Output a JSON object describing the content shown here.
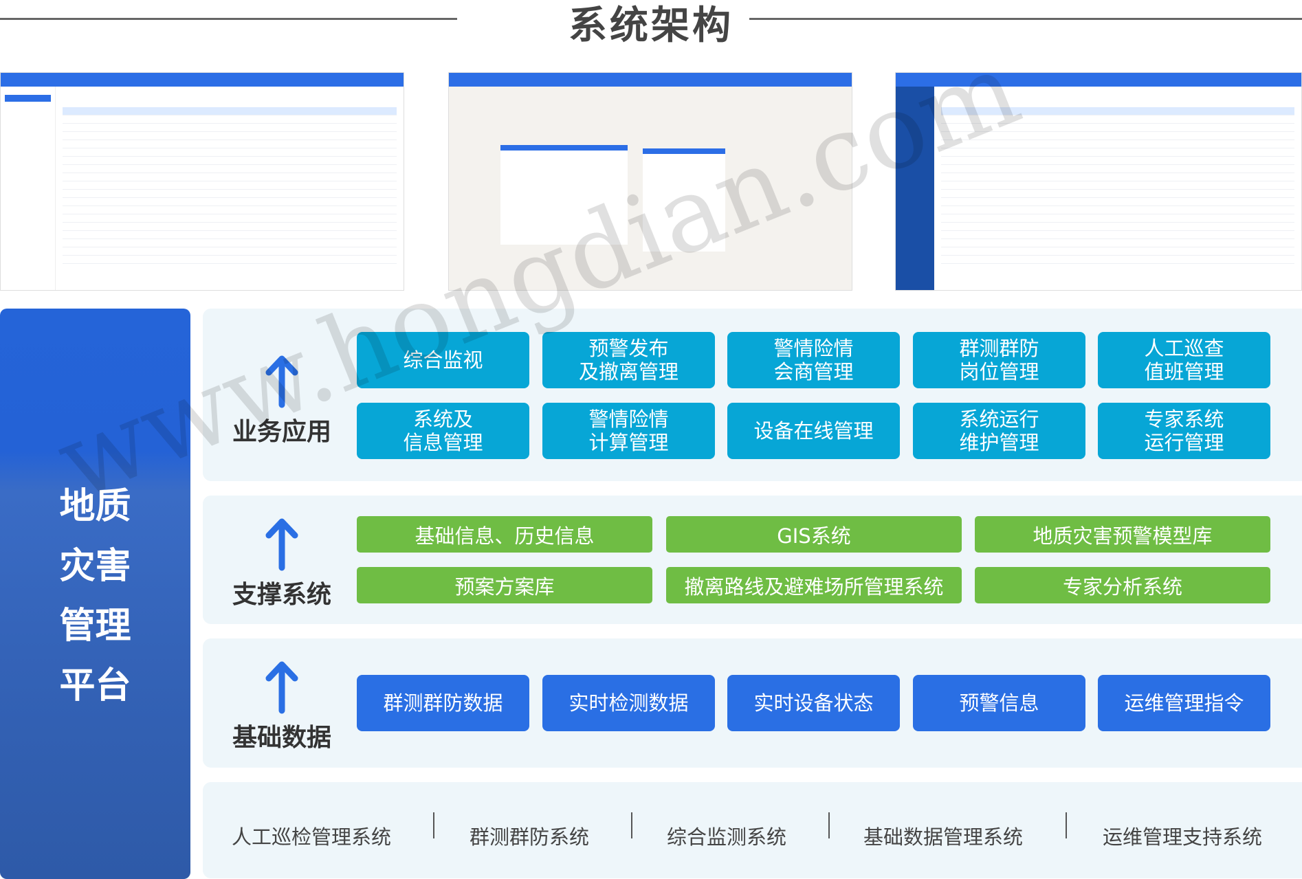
{
  "title": "系统架构",
  "platform": {
    "title": "地质灾害管理平台"
  },
  "layers": {
    "business": {
      "label": "业务应用",
      "buttons": [
        "综合监视",
        "预警发布\n及撤离管理",
        "警情险情\n会商管理",
        "群测群防\n岗位管理",
        "人工巡查\n值班管理",
        "系统及\n信息管理",
        "警情险情\n计算管理",
        "设备在线管理",
        "系统运行\n维护管理",
        "专家系统\n运行管理"
      ]
    },
    "support": {
      "label": "支撑系统",
      "buttons": [
        "基础信息、历史信息",
        "GIS系统",
        "地质灾害预警模型库",
        "预案方案库",
        "撤离路线及避难场所管理系统",
        "专家分析系统"
      ]
    },
    "data": {
      "label": "基础数据",
      "buttons": [
        "群测群防数据",
        "实时检测数据",
        "实时设备状态",
        "预警信息",
        "运维管理指令"
      ]
    }
  },
  "systems": [
    "人工巡检管理系统",
    "群测群防系统",
    "综合监测系统",
    "基础数据管理系统",
    "运维管理支持系统"
  ],
  "watermark": "www.hongdian.com",
  "colors": {
    "teal": "#07a6d6",
    "green": "#6fbd44",
    "blue": "#2a6fe4",
    "panel": "#eef6fa"
  }
}
